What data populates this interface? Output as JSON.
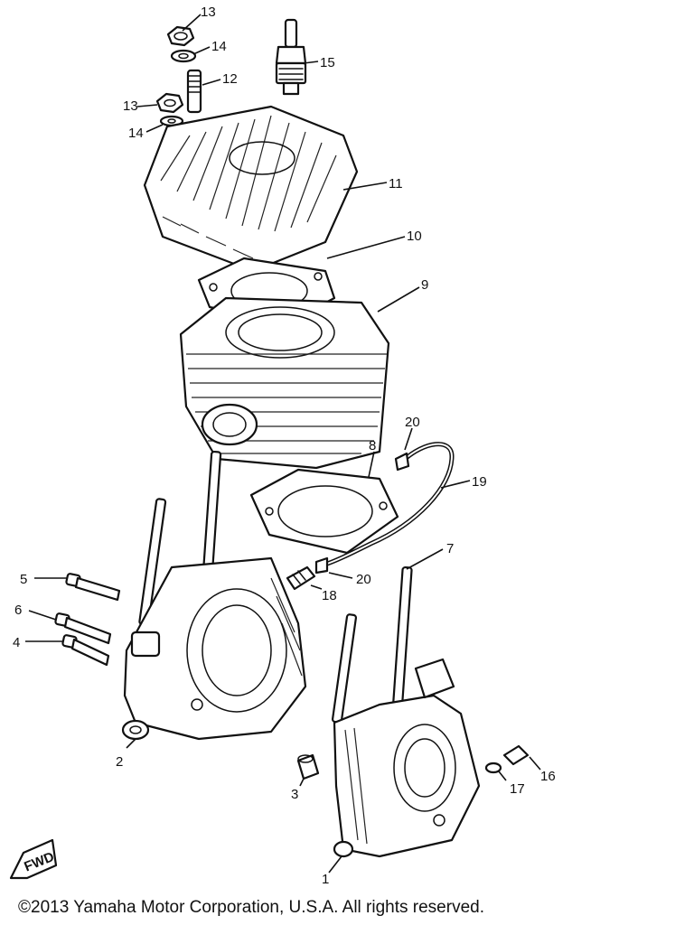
{
  "diagram": {
    "callouts": [
      "1",
      "2",
      "3",
      "4",
      "5",
      "6",
      "7",
      "8",
      "9",
      "10",
      "11",
      "12",
      "13",
      "14",
      "15",
      "16",
      "17",
      "18",
      "19",
      "20"
    ],
    "direction_label": "FWD"
  },
  "footer": {
    "copyright": "©2013 Yamaha Motor Corporation, U.S.A. All rights reserved."
  }
}
